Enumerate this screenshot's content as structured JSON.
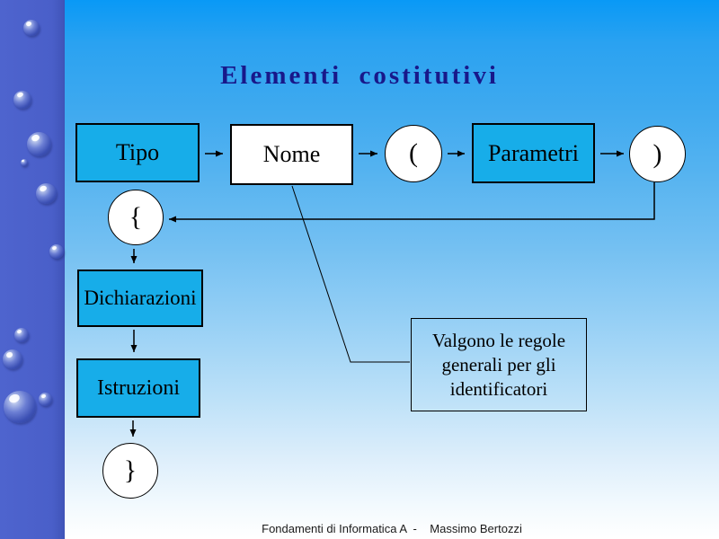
{
  "slide": {
    "title": "Elementi costitutivi",
    "footer": "Fondamenti di Informatica A  -    Massimo Bertozzi"
  },
  "diagram": {
    "tipo": "Tipo",
    "nome": "Nome",
    "open_paren": "(",
    "parametri": "Parametri",
    "close_paren": ")",
    "open_brace": "{",
    "dichiarazioni": "Dichiarazioni",
    "istruzioni": "Istruzioni",
    "close_brace": "}",
    "note": {
      "line1": "Valgono le regole",
      "line2": "generali per gli",
      "line3": "identificatori"
    }
  },
  "colors": {
    "node_fill_cyan": "#17ade9",
    "node_fill_white": "#ffffff",
    "node_border": "#000000",
    "title_text": "#18188a",
    "background_top": "#0999f6",
    "background_bottom": "#ffffff",
    "sidebar_blue": "#4a5fc9",
    "footer_text": "#1a1a1a"
  }
}
